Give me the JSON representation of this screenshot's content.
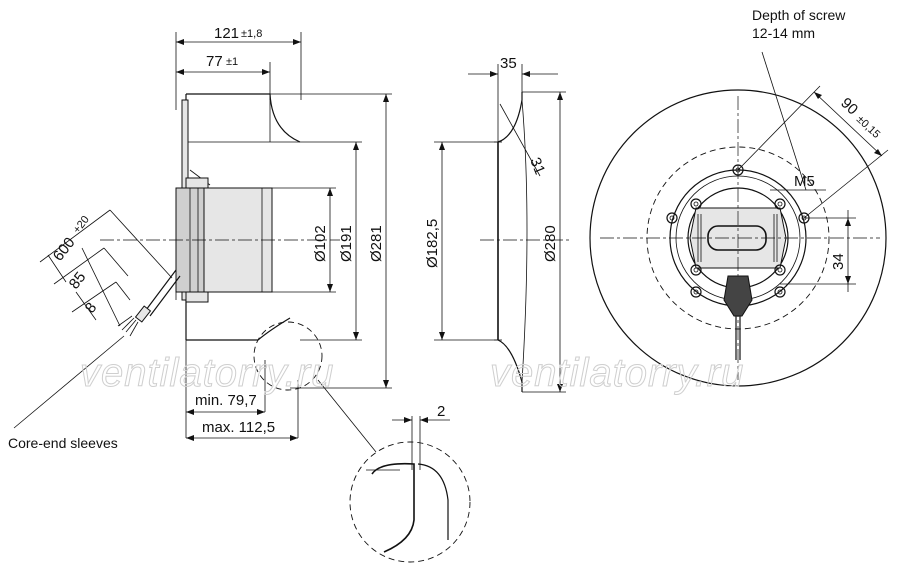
{
  "dimensions": {
    "width_121": "121",
    "tol_121": "±1,8",
    "width_77": "77",
    "tol_77": "±1",
    "w35": "35",
    "d102": "Ø102",
    "d191": "Ø191",
    "d281": "Ø281",
    "d182": "Ø182,5",
    "d280": "Ø280",
    "r31": "31",
    "cable600": "600",
    "tol_600": "+20",
    "len85": "85",
    "len8": "8",
    "min797": "min. 79,7",
    "max1125": "max. 112,5",
    "gap2": "2",
    "m5": "M5",
    "h34": "34",
    "d90": "90",
    "tol_90": "±0,15"
  },
  "notes": {
    "depth_line1": "Depth of screw",
    "depth_line2": "12-14 mm",
    "core_end": "Core-end sleeves"
  },
  "watermarks": [
    "ventilatorry.ru",
    "ventilatorry.ru"
  ]
}
